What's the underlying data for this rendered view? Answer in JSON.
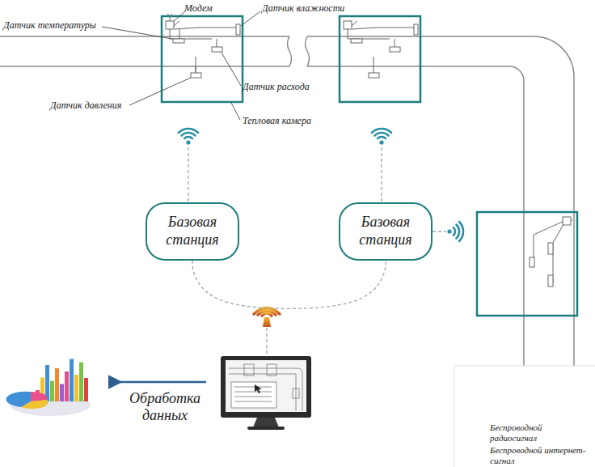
{
  "diagram": {
    "nodes": [
      {
        "text": [
          "Базовая станция"
        ]
      },
      {
        "text": [
          "Базовая станция"
        ]
      }
    ],
    "edges": [
      {
        "from": 0,
        "to": 1,
        "arrow": "none"
      }
    ],
    "labels": [
      "Модем",
      "Датчик влажности",
      "Датчик температуры",
      "Датчик расхода",
      "Датчик давления",
      "Тепловая камера",
      "Обработка данных"
    ],
    "legend": [
      {
        "text": "Беспроводной радиосигнал"
      },
      {
        "text": "Беспроводной интернет-сигнал"
      }
    ]
  }
}
